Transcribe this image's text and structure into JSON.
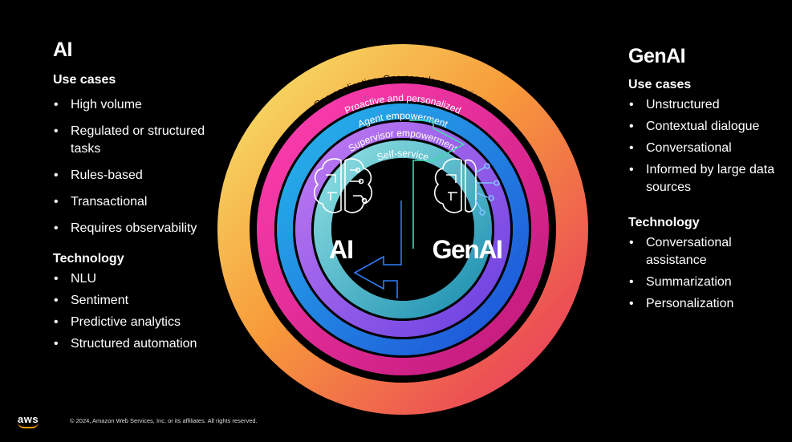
{
  "left_panel": {
    "title": "AI",
    "use_cases_heading": "Use cases",
    "use_cases": [
      "High volume",
      "Regulated or structured tasks",
      "Rules-based",
      "Transactional",
      "Requires observability"
    ],
    "technology_heading": "Technology",
    "technology": [
      "NLU",
      "Sentiment",
      "Predictive analytics",
      "Structured automation"
    ]
  },
  "right_panel": {
    "title": "GenAI",
    "use_cases_heading": "Use cases",
    "use_cases": [
      "Unstructured",
      "Contextual dialogue",
      "Conversational",
      "Informed by large data sources"
    ],
    "technology_heading": "Technology",
    "technology": [
      "Conversational assistance",
      "Summarization",
      "Personalization"
    ]
  },
  "rings": [
    "One application. One seamless experience",
    "Proactive and personalized",
    "Agent empowerment",
    "Supervisor empowerment",
    "Self-service"
  ],
  "center": {
    "ai_label": "AI",
    "genai_label": "GenAI"
  },
  "footer": {
    "logo": "aws",
    "copyright": "© 2024, Amazon Web Services, Inc. or its affiliates. All rights reserved."
  },
  "icons": [
    "brain-icon",
    "brain-circuit-icon",
    "aws-logo-icon"
  ],
  "colors": {
    "background": "#000000",
    "accent_arrow_top": "#3fd9b0",
    "accent_arrow_bottom": "#2f7cf6",
    "aws_smile": "#ff9900"
  }
}
